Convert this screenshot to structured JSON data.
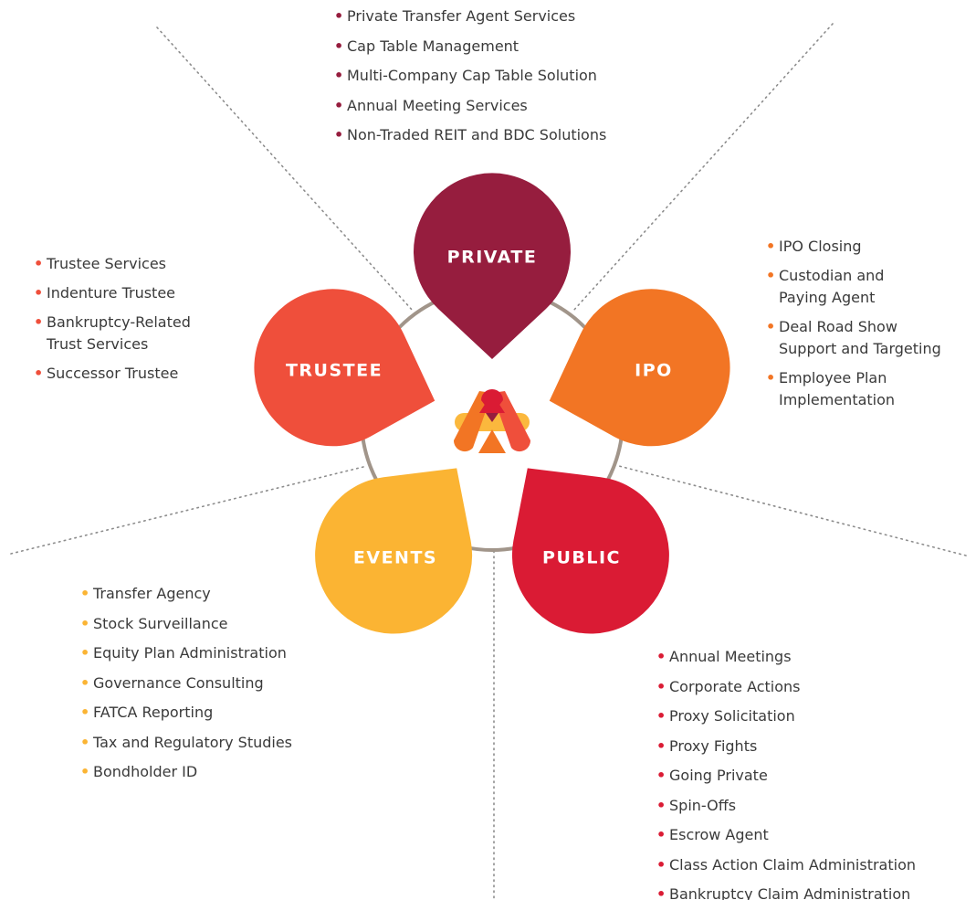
{
  "colors": {
    "private": "#961d3e",
    "ipo": "#f27524",
    "public": "#da1b34",
    "events": "#fbb433",
    "trustee": "#ef4f3b",
    "ring": "#a1958a",
    "dotted": "#8c8c8c"
  },
  "petals": {
    "private": "PRIVATE",
    "ipo": "IPO",
    "public": "PUBLIC",
    "events": "EVENTS",
    "trustee": "TRUSTEE"
  },
  "center_logo": "logo-icon",
  "lists": {
    "private": [
      "Private Transfer Agent Services",
      "Cap Table Management",
      "Multi-Company Cap Table Solution",
      "Annual Meeting Services",
      "Non-Traded REIT and BDC Solutions"
    ],
    "trustee": [
      "Trustee Services",
      "Indenture Trustee",
      "Bankruptcy-Related\nTrust Services",
      "Successor Trustee"
    ],
    "ipo": [
      "IPO Closing",
      "Custodian and\nPaying Agent",
      "Deal Road Show\nSupport and Targeting",
      "Employee Plan\nImplementation"
    ],
    "events": [
      "Transfer Agency",
      "Stock Surveillance",
      "Equity Plan Administration",
      "Governance Consulting",
      "FATCA Reporting",
      "Tax and Regulatory Studies",
      "Bondholder ID"
    ],
    "public": [
      "Annual Meetings",
      "Corporate Actions",
      "Proxy Solicitation",
      "Proxy Fights",
      "Going Private",
      "Spin-Offs",
      "Escrow Agent",
      "Class Action Claim Administration",
      "Bankruptcy Claim Administration"
    ]
  }
}
